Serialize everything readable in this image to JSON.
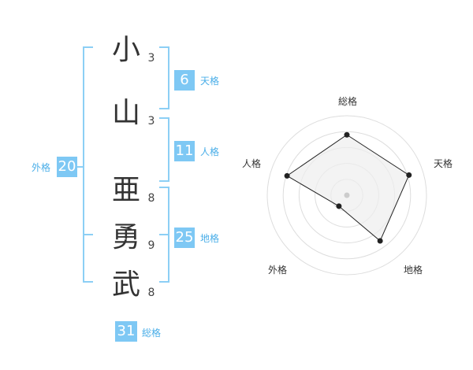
{
  "name": {
    "characters": [
      {
        "char": "小",
        "strokes": "3"
      },
      {
        "char": "山",
        "strokes": "3"
      },
      {
        "char": "亜",
        "strokes": "8"
      },
      {
        "char": "勇",
        "strokes": "9"
      },
      {
        "char": "武",
        "strokes": "8"
      }
    ]
  },
  "fortunes": {
    "tenkaku": {
      "value": "6",
      "label": "天格"
    },
    "jinkaku": {
      "value": "11",
      "label": "人格"
    },
    "chikaku": {
      "value": "25",
      "label": "地格"
    },
    "gaikaku": {
      "value": "20",
      "label": "外格"
    },
    "soukaku": {
      "value": "31",
      "label": "総格"
    }
  },
  "radar": {
    "axes": [
      "総格",
      "天格",
      "地格",
      "外格",
      "人格"
    ],
    "values": [
      0.76,
      0.82,
      0.71,
      0.17,
      0.79
    ],
    "stroke_color": "#222222",
    "fill_color": "#eeeeee",
    "ring_color": "#dddddd"
  },
  "colors": {
    "accent": "#7ec8f4",
    "bracket": "#8ccff5",
    "label": "#4aaee8"
  }
}
